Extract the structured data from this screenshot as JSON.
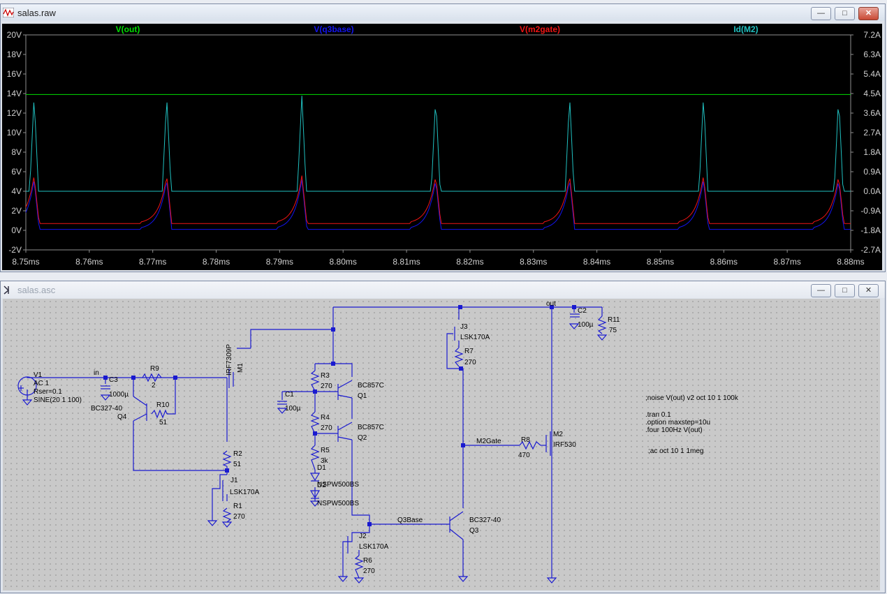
{
  "waveform_window": {
    "title": "salas.raw",
    "traces": [
      {
        "name": "V(out)",
        "color": "#00e000"
      },
      {
        "name": "V(q3base)",
        "color": "#1414f0"
      },
      {
        "name": "V(m2gate)",
        "color": "#f01414"
      },
      {
        "name": "Id(M2)",
        "color": "#20c0c0"
      }
    ]
  },
  "schematic_window": {
    "title": "salas.asc"
  },
  "chart_data": {
    "type": "line",
    "xlabel": "",
    "ylabel": "",
    "x_ticks": [
      "8.75ms",
      "8.76ms",
      "8.77ms",
      "8.78ms",
      "8.79ms",
      "8.80ms",
      "8.81ms",
      "8.82ms",
      "8.83ms",
      "8.84ms",
      "8.85ms",
      "8.86ms",
      "8.87ms",
      "8.88ms"
    ],
    "xlim_ms": [
      8.75,
      8.88
    ],
    "y_left_ticks": [
      "20V",
      "18V",
      "16V",
      "14V",
      "12V",
      "10V",
      "8V",
      "6V",
      "4V",
      "2V",
      "0V",
      "-2V"
    ],
    "ylim_left": [
      -2,
      20
    ],
    "y_right_ticks": [
      "7.2A",
      "6.3A",
      "5.4A",
      "4.5A",
      "3.6A",
      "2.7A",
      "1.8A",
      "0.9A",
      "0.0A",
      "-0.9A",
      "-1.8A",
      "-2.7A"
    ],
    "ylim_right": [
      -2.7,
      7.2
    ],
    "grid": false,
    "legend_position": "top",
    "peak_times_ms": [
      8.7513,
      8.7722,
      8.7935,
      8.8146,
      8.8357,
      8.8568,
      8.8781
    ],
    "series": [
      {
        "name": "V(out)",
        "axis": "left",
        "baseline": 13.9,
        "description_values": "flat"
      },
      {
        "name": "V(q3base)",
        "axis": "left",
        "baseline": 0.1,
        "peak": 5.2
      },
      {
        "name": "V(m2gate)",
        "axis": "left",
        "baseline": 0.7,
        "peak": 5.6
      },
      {
        "name": "Id(M2)",
        "axis": "right",
        "baseline": 0.0,
        "peak": 4.4
      }
    ]
  },
  "schematic": {
    "components": [
      {
        "id": "V1",
        "lines": [
          "V1",
          "AC 1",
          "Rser=0.1",
          "SINE(20 1 100)"
        ]
      },
      {
        "id": "C3",
        "lines": [
          "C3",
          "1000µ"
        ]
      },
      {
        "id": "R9",
        "lines": [
          "R9",
          "2"
        ]
      },
      {
        "id": "Q4",
        "lines": [
          "BC327-40",
          "Q4"
        ]
      },
      {
        "id": "R10",
        "lines": [
          "R10",
          "51"
        ]
      },
      {
        "id": "M1",
        "lines": [
          "IRF7309P",
          "M1"
        ]
      },
      {
        "id": "R2",
        "lines": [
          "R2",
          "51"
        ]
      },
      {
        "id": "J1",
        "lines": [
          "J1",
          "LSK170A"
        ]
      },
      {
        "id": "R1",
        "lines": [
          "R1",
          "270"
        ]
      },
      {
        "id": "C1",
        "lines": [
          "C1",
          "100µ"
        ]
      },
      {
        "id": "R3",
        "lines": [
          "R3",
          "270"
        ]
      },
      {
        "id": "Q1",
        "lines": [
          "BC857C",
          "Q1"
        ]
      },
      {
        "id": "R4",
        "lines": [
          "R4",
          "270"
        ]
      },
      {
        "id": "Q2",
        "lines": [
          "BC857C",
          "Q2"
        ]
      },
      {
        "id": "R5",
        "lines": [
          "R5",
          "3k"
        ]
      },
      {
        "id": "D1",
        "lines": [
          "D1",
          "D2"
        ]
      },
      {
        "id": "D_PARTS",
        "lines": [
          "NSPW500BS",
          "NSPW500BS"
        ]
      },
      {
        "id": "J2",
        "lines": [
          "J2",
          "LSK170A"
        ]
      },
      {
        "id": "R6",
        "lines": [
          "R6",
          "270"
        ]
      },
      {
        "id": "J3",
        "lines": [
          "J3",
          "LSK170A"
        ]
      },
      {
        "id": "R7",
        "lines": [
          "R7",
          "270"
        ]
      },
      {
        "id": "Q3",
        "lines": [
          "BC327-40",
          "Q3"
        ]
      },
      {
        "id": "R8",
        "lines": [
          "R8",
          "470"
        ]
      },
      {
        "id": "M2",
        "lines": [
          "M2",
          "IRF530"
        ]
      },
      {
        "id": "C2",
        "lines": [
          "C2",
          "100µ"
        ]
      },
      {
        "id": "R11",
        "lines": [
          "R11",
          "75"
        ]
      }
    ],
    "net_labels": {
      "in": "in",
      "out": "out",
      "m2gate": "M2Gate",
      "q3base": "Q3Base"
    },
    "directives": [
      ";noise V(out) v2 oct 10 1 100k",
      ".tran 0.1",
      ".option maxstep=10u",
      ".four 100Hz V(out)",
      ";ac oct 10 1 1meg"
    ]
  }
}
